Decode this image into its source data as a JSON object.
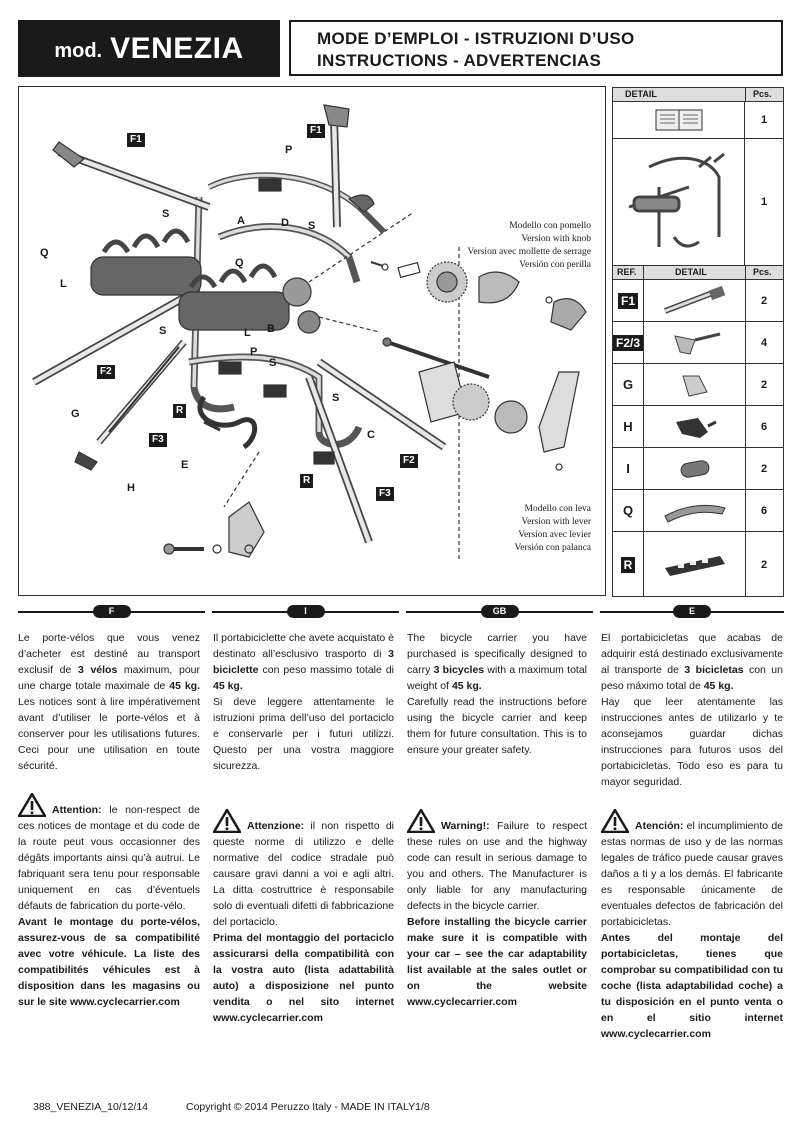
{
  "header": {
    "model_prefix": "mod.",
    "model_name": "VENEZIA",
    "title_line1": "MODE D’EMPLOI - ISTRUZIONI D’USO",
    "title_line2": "INSTRUCTIONS - ADVERTENCIAS"
  },
  "figure": {
    "knob_note": [
      "Modello con pomello",
      "Version with knob",
      "Version avec mollette de serrage",
      "Versión con perilla"
    ],
    "lever_note": [
      "Modello con leva",
      "Version with lever",
      "Version avec levier",
      "Versión con palanca"
    ],
    "labels": {
      "F1": "F1",
      "F2": "F2",
      "F3": "F3",
      "R": "R",
      "P": "P",
      "S": "S",
      "A": "A",
      "D": "D",
      "Q": "Q",
      "L": "L",
      "B": "B",
      "G": "G",
      "H": "H",
      "E": "E",
      "C": "C"
    }
  },
  "parts_table": {
    "top_header_detail": "DETAIL",
    "top_header_pcs": "Pcs.",
    "top_rows": [
      {
        "qty": "1"
      },
      {
        "qty": "1"
      }
    ],
    "col_ref": "REF.",
    "col_detail": "DETAIL",
    "col_pcs": "Pcs.",
    "rows": [
      {
        "ref": "F1",
        "qty": "2",
        "boxed": true
      },
      {
        "ref": "F2/3",
        "qty": "4",
        "boxed": true
      },
      {
        "ref": "G",
        "qty": "2",
        "boxed": false
      },
      {
        "ref": "H",
        "qty": "6",
        "boxed": false
      },
      {
        "ref": "I",
        "qty": "2",
        "boxed": false
      },
      {
        "ref": "Q",
        "qty": "6",
        "boxed": false
      },
      {
        "ref": "R",
        "qty": "2",
        "boxed": true
      }
    ]
  },
  "languages": [
    "F",
    "I",
    "GB",
    "E"
  ],
  "columns": {
    "fr": {
      "intro_1": "Le porte-vélos que vous venez d’acheter est destiné au transport exclusif de ",
      "intro_b1": "3 vélos",
      "intro_2": " maximum, pour une charge totale maximale de ",
      "intro_b2": "45 kg.",
      "intro_3": " Les notices sont à lire impérativement avant d’utiliser le porte-vélos et à conserver pour les utilisations futures. Ceci pour une utilisation en toute sécurité.",
      "warn_title": "Attention:",
      "warn_text": " le non-respect de ces notices de montage et du code de la route peut vous occasionner des dégâts importants ainsi qu’à autrui. Le fabriquant sera tenu pour responsable uniquement en cas d’éventuels défauts de fabrication du porte-vélo.",
      "warn_bold": "Avant le montage du porte-vélos, assurez-vous de sa compatibilité avec votre véhicule. La liste des compatibilités véhicules est à disposition dans les magasins ou sur le site www.cyclecarrier.com"
    },
    "it": {
      "intro_1": "Il portabiciclette che avete acquistato è destinato all’esclusivo trasporto di ",
      "intro_b1": "3 biciclette",
      "intro_2": " con peso massimo totale di ",
      "intro_b2": "45 kg.",
      "intro_3": "Si deve leggere attentamente le istruzioni prima dell’uso del portaciclo e conservarle per i futuri utilizzi. Questo per una vostra maggiore sicurezza.",
      "warn_title": "Attenzione:",
      "warn_text": " il non rispetto di queste norme di utilizzo e delle normative del codice stradale può causare gravi danni a voi e agli altri. La ditta costruttrice è responsabile solo di eventuali difetti di fabbricazione del portaciclo.",
      "warn_bold": "Prima del montaggio del portaciclo assicurarsi della compatibilità con la vostra auto (lista adattabilità auto) a disposizione nel punto vendita o nel sito internet www.cyclecarrier.com"
    },
    "gb": {
      "intro_1": "The bicycle carrier you have purchased is specifically designed to carry ",
      "intro_b1": "3 bicycles",
      "intro_2": " with a maximum total weight of ",
      "intro_b2": "45 kg.",
      "intro_3": "Carefully read the instructions before using the bicycle carrier and keep them for future consultation. This is to ensure your greater safety.",
      "warn_title": "Warning!:",
      "warn_text": " Failure to respect these rules on use and the highway code can result in serious damage to you and others. The Manufacturer is only liable for any manufacturing defects in the bicycle carrier.",
      "warn_bold": "Before installing the bicycle carrier make sure it is compatible with your car – see the car adaptability list available at the sales outlet or on the website www.cyclecarrier.com"
    },
    "es": {
      "intro_1": "El portabicicletas que acabas de adquirir está destinado exclusivamente al transporte de ",
      "intro_b1": "3 bicicletas",
      "intro_2": " con un peso máximo total de ",
      "intro_b2": "45 kg.",
      "intro_3": "Hay que leer atentamente las instrucciones antes de utilizarlo y te aconsejamos guardar dichas instrucciones para futuros usos del portabicicletas. Todo eso es para tu mayor seguridad.",
      "warn_title": "Atención:",
      "warn_text": " el incumplimiento de estas normas de uso y de las normas legales de tráfico puede causar graves daños a ti y a los demás. El fabricante es responsable únicamente de eventuales defectos de fabricación del portabicicletas.",
      "warn_bold": "Antes del montaje del portabicicletas, tienes que comprobar su compatibilidad con tu coche (lista adaptabilidad coche) a tu disposición en el punto venta o en el sitio internet www.cyclecarrier.com"
    }
  },
  "footer": {
    "doc_code": "388_VENEZIA_10/12/14",
    "copyright": "Copyright © 2014 Peruzzo Italy - MADE IN ITALY1/8"
  }
}
